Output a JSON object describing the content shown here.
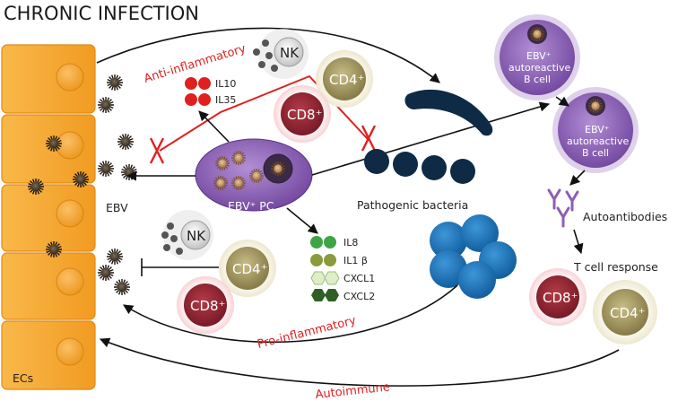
{
  "title": "CHRONIC INFECTION",
  "labels": {
    "anti_inflammatory": "Anti-inflammatory",
    "pro_inflammatory": "Pro-inflammatory",
    "autoimmune": "Autoimmune",
    "ebv": "EBV",
    "ecs": "ECs",
    "ebv_pc": "EBV⁺ PC",
    "pathogenic_bacteria": "Pathogenic bacteria",
    "autoantibodies": "Autoantibodies",
    "t_cell_response": "T cell response"
  },
  "cells": {
    "nk_top": "NK",
    "cd4_top": "CD4⁺",
    "cd8_top": "CD8⁺",
    "nk_bottom": "NK",
    "cd4_bottom": "CD4⁺",
    "cd8_bottom": "CD8⁺",
    "cd8_right": "CD8⁺",
    "cd4_right": "CD4⁺"
  },
  "b_cells": [
    {
      "line1": "EBV⁺",
      "line2": "autoreactive",
      "line3": "B cell"
    },
    {
      "line1": "EBV⁺",
      "line2": "autoreactive",
      "line3": "B cell"
    }
  ],
  "anti_cytokines": [
    "IL10",
    "IL35"
  ],
  "pro_cytokines": [
    "IL8",
    "IL1 β",
    "CXCL1",
    "CXCL2"
  ],
  "colors": {
    "ec_orange": "#f7a12c",
    "ebv_red_line": "#e0201f",
    "pc_purple": "#8b5fb3",
    "bacteria_navy": "#0e2a45",
    "blue_cluster": "#1f74b8"
  }
}
